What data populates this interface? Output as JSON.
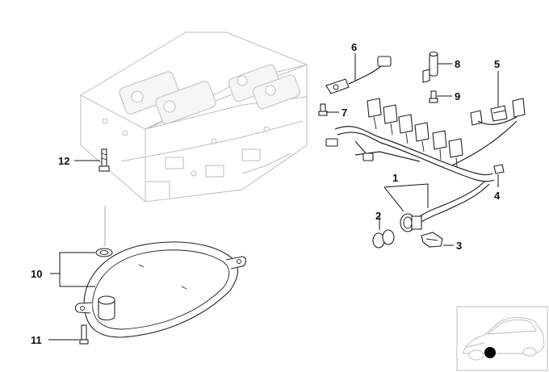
{
  "diagram": {
    "callouts": {
      "c1": "1",
      "c2": "2",
      "c3": "3",
      "c4": "4",
      "c5": "5",
      "c6": "6",
      "c7": "7",
      "c8": "8",
      "c9": "9",
      "c10": "10",
      "c11": "11",
      "c12": "12"
    }
  },
  "colors": {
    "line": "#222222",
    "ghost": "#bdbdbd",
    "marker": "#000000"
  },
  "icons": [
    "valve-body",
    "wiring-harness",
    "oil-filter",
    "bolt",
    "sensor",
    "car-locator-thumbnail"
  ]
}
